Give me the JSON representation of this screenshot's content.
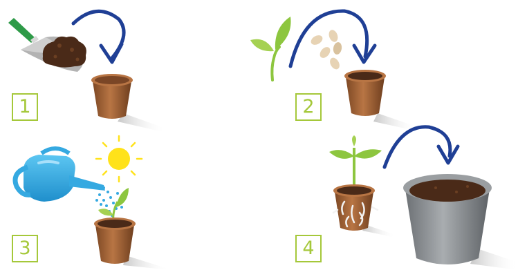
{
  "steps": [
    {
      "number": "1",
      "illustration": "trowel-with-soil-into-pot"
    },
    {
      "number": "2",
      "illustration": "seeds-into-pot"
    },
    {
      "number": "3",
      "illustration": "watering-can-and-sun-on-seedling"
    },
    {
      "number": "4",
      "illustration": "transplant-seedling-to-large-pot"
    }
  ],
  "colors": {
    "step_border": "#a5c83a",
    "arrow": "#1f3f95",
    "terracotta": "#a8683a",
    "soil": "#4a2a18",
    "leaf": "#8dc63f",
    "water": "#35a9e1",
    "sun": "#ffe21a",
    "large_pot": "#8f9396",
    "trowel_handle": "#2e9a48"
  }
}
